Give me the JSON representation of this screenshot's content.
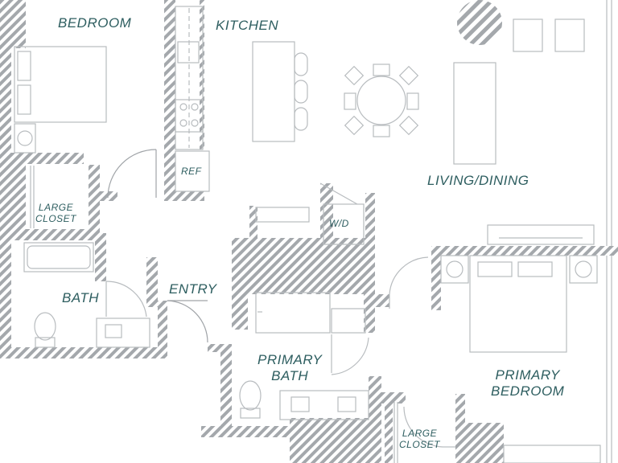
{
  "rooms": {
    "bedroom": "BEDROOM",
    "kitchen": "KITCHEN",
    "living_dining": "LIVING/DINING",
    "large_closet_1": [
      "LARGE",
      "CLOSET"
    ],
    "bath": "BATH",
    "entry": "ENTRY",
    "primary_bath": [
      "PRIMARY",
      "BATH"
    ],
    "primary_bedroom": [
      "PRIMARY",
      "BEDROOM"
    ],
    "large_closet_2": [
      "LARGE",
      "CLOSET"
    ]
  },
  "fixtures": {
    "ref": "REF",
    "wd": "W/D"
  },
  "colors": {
    "label": "#2e5e60",
    "wall_hatch": "#9a9ea2",
    "furniture": "#b5b9bc"
  }
}
